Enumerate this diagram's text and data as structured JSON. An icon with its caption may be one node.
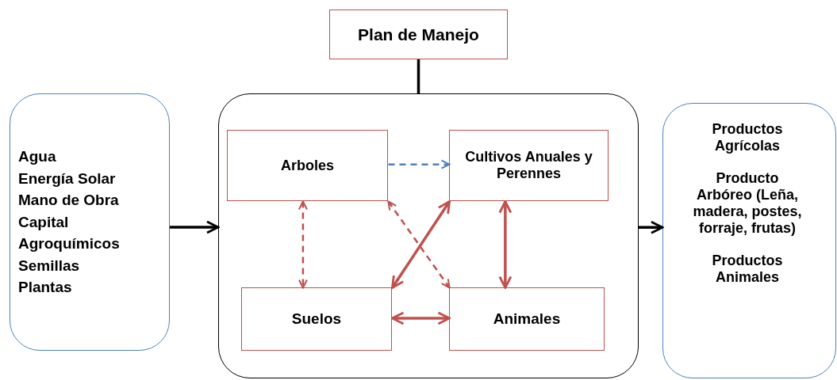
{
  "diagram": {
    "nodes": [
      {
        "text": [
          "Plan de Manejo"
        ]
      },
      {
        "text": [
          "Agua",
          "Energía Solar",
          "Mano de Obra",
          "Capital",
          "Agroquímicos",
          "Semillas",
          "Plantas"
        ]
      },
      {
        "text": [],
        "shape": "box"
      },
      {
        "text": [
          "Arboles"
        ],
        "in": 2
      },
      {
        "text": [
          "Cultivos Anuales y Perennes"
        ],
        "in": 2
      },
      {
        "text": [
          "Suelos"
        ],
        "in": 2
      },
      {
        "text": [
          "Animales"
        ],
        "in": 2
      },
      {
        "text": [
          "Productos Agrícolas",
          "Producto Arbóreo (Leña, madera, postes, forraje, frutas)",
          "Productos Animales"
        ]
      }
    ],
    "edges": [
      {
        "from": 0,
        "to": 2,
        "arrow": "none",
        "color": "#000000"
      },
      {
        "from": 1,
        "to": 2,
        "arrow": "to",
        "color": "#000000"
      },
      {
        "from": 2,
        "to": 7,
        "arrow": "to",
        "color": "#000000"
      },
      {
        "from": 3,
        "to": 4,
        "arrow": "to",
        "style": "dashed",
        "color": "#4f81bd"
      },
      {
        "from": 3,
        "to": 5,
        "arrow": "both",
        "style": "dashed"
      },
      {
        "from": 3,
        "to": 6,
        "arrow": "both",
        "style": "dashed"
      },
      {
        "from": 4,
        "to": 5,
        "arrow": "both"
      },
      {
        "from": 4,
        "to": 6,
        "arrow": "both"
      },
      {
        "from": 5,
        "to": 6,
        "arrow": "both"
      }
    ]
  }
}
